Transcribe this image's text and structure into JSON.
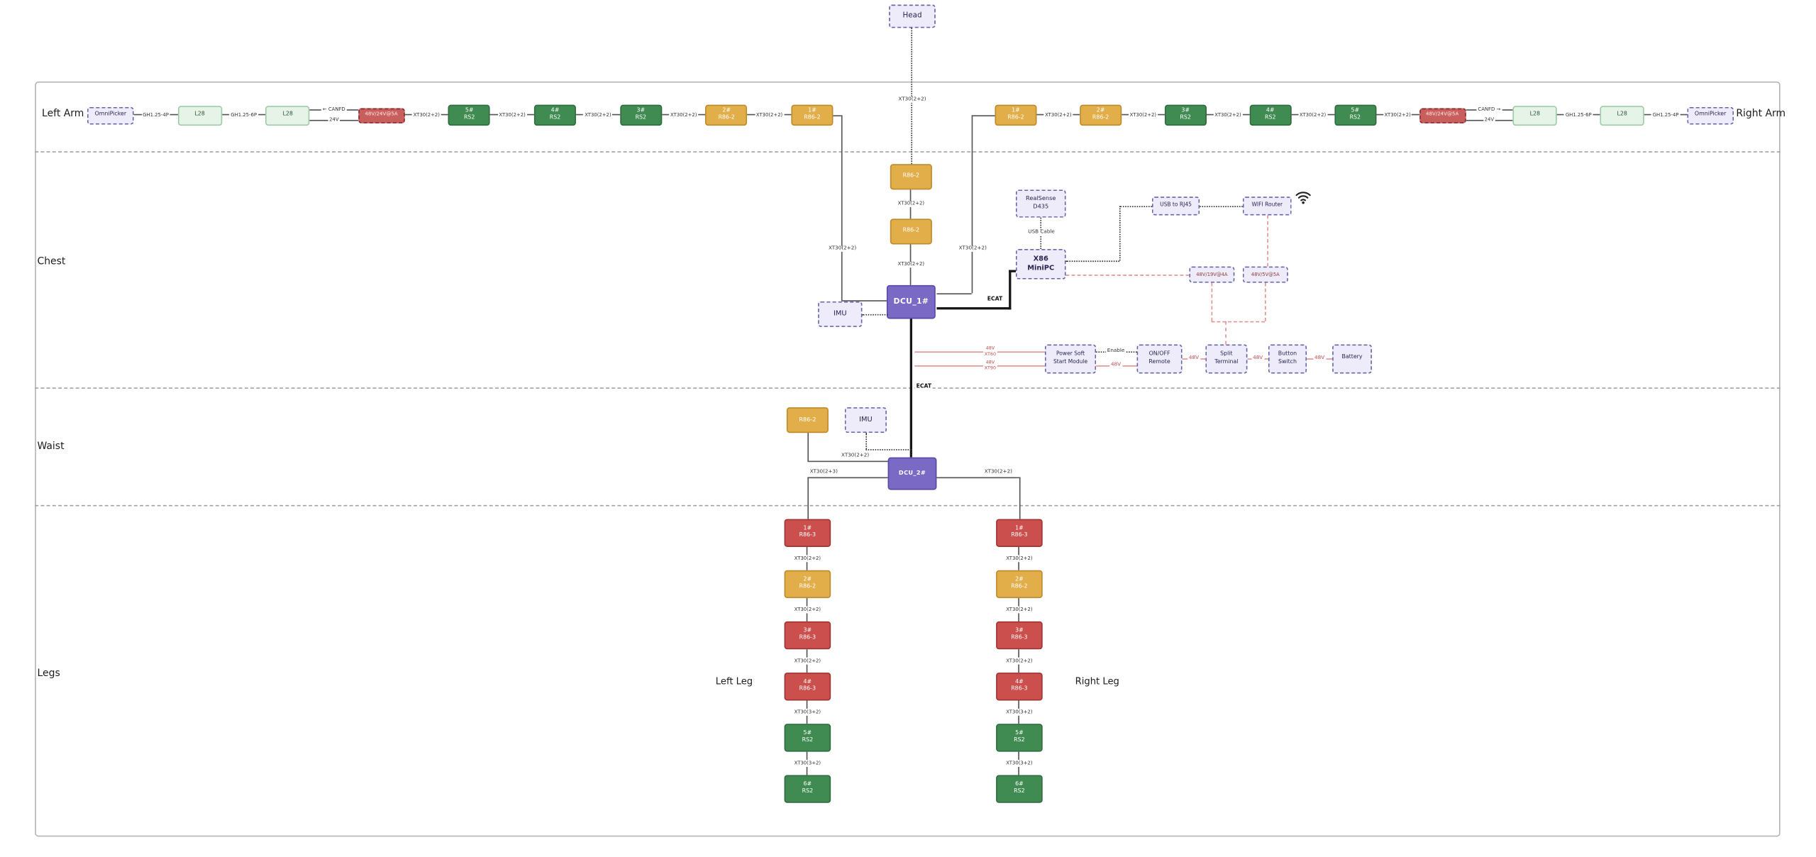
{
  "sections": {
    "left_arm": "Left Arm",
    "right_arm": "Right Arm",
    "chest": "Chest",
    "waist": "Waist",
    "legs": "Legs",
    "left_leg": "Left Leg",
    "right_leg": "Right Leg"
  },
  "head": {
    "label": "Head",
    "drop_connector": "XT30(2+2)"
  },
  "palette": {
    "motor_gold": "#E2AE4A",
    "motor_green": "#3F8B52",
    "motor_red": "#CB4F4D",
    "dcu_purple": "#7A69C5",
    "peripheral_lavender": "#EEEBFA",
    "power_line_salmon": "#E49292",
    "psu_red": "#C95F5D"
  },
  "left_arm": {
    "drop_connector": "XT30(2+2)",
    "chain": [
      {
        "t": "box",
        "s": "lav",
        "w": 40,
        "h": 15,
        "lines": [
          "OmniPicker"
        ]
      },
      {
        "t": "conn",
        "label": "GH1.25-4P"
      },
      {
        "t": "box",
        "s": "mint",
        "w": 38,
        "h": 17,
        "lines": [
          "L28"
        ]
      },
      {
        "t": "conn",
        "label": "GH1.25-6P"
      },
      {
        "t": "box",
        "s": "mint",
        "w": 38,
        "h": 17,
        "lines": [
          "L28"
        ]
      },
      {
        "t": "dual",
        "top": "← CANFD",
        "bottom": "24V"
      },
      {
        "t": "box",
        "s": "reddash",
        "w": 40,
        "h": 13,
        "lines": [
          "48V/24V@5A"
        ]
      },
      {
        "t": "conn",
        "label": "XT30(2+2)"
      },
      {
        "t": "box",
        "s": "green",
        "w": 36,
        "h": 18,
        "lines": [
          "5#",
          "RS2"
        ]
      },
      {
        "t": "conn",
        "label": "XT30(2+2)"
      },
      {
        "t": "box",
        "s": "green",
        "w": 36,
        "h": 18,
        "lines": [
          "4#",
          "RS2"
        ]
      },
      {
        "t": "conn",
        "label": "XT30(2+2)"
      },
      {
        "t": "box",
        "s": "green",
        "w": 36,
        "h": 18,
        "lines": [
          "3#",
          "RS2"
        ]
      },
      {
        "t": "conn",
        "label": "XT30(2+2)"
      },
      {
        "t": "box",
        "s": "gold",
        "w": 36,
        "h": 18,
        "lines": [
          "2#",
          "R86-2"
        ]
      },
      {
        "t": "conn",
        "label": "XT30(2+2)"
      },
      {
        "t": "box",
        "s": "gold",
        "w": 36,
        "h": 18,
        "lines": [
          "1#",
          "R86-2"
        ]
      }
    ]
  },
  "right_arm": {
    "drop_connector": "XT30(2+2)",
    "chain": [
      {
        "t": "box",
        "s": "gold",
        "w": 36,
        "h": 18,
        "lines": [
          "1#",
          "R86-2"
        ]
      },
      {
        "t": "conn",
        "label": "XT30(2+2)"
      },
      {
        "t": "box",
        "s": "gold",
        "w": 36,
        "h": 18,
        "lines": [
          "2#",
          "R86-2"
        ]
      },
      {
        "t": "conn",
        "label": "XT30(2+2)"
      },
      {
        "t": "box",
        "s": "green",
        "w": 36,
        "h": 18,
        "lines": [
          "3#",
          "RS2"
        ]
      },
      {
        "t": "conn",
        "label": "XT30(2+2)"
      },
      {
        "t": "box",
        "s": "green",
        "w": 36,
        "h": 18,
        "lines": [
          "4#",
          "RS2"
        ]
      },
      {
        "t": "conn",
        "label": "XT30(2+2)"
      },
      {
        "t": "box",
        "s": "green",
        "w": 36,
        "h": 18,
        "lines": [
          "5#",
          "RS2"
        ]
      },
      {
        "t": "conn",
        "label": "XT30(2+2)"
      },
      {
        "t": "box",
        "s": "reddash",
        "w": 40,
        "h": 13,
        "lines": [
          "48V/24V@5A"
        ]
      },
      {
        "t": "dual",
        "top": "CANFD →",
        "bottom": "24V"
      },
      {
        "t": "box",
        "s": "mint",
        "w": 38,
        "h": 17,
        "lines": [
          "L28"
        ]
      },
      {
        "t": "conn",
        "label": "GH1.25-6P"
      },
      {
        "t": "box",
        "s": "mint",
        "w": 38,
        "h": 17,
        "lines": [
          "L28"
        ]
      },
      {
        "t": "conn",
        "label": "GH1.25-4P"
      },
      {
        "t": "box",
        "s": "lav",
        "w": 40,
        "h": 15,
        "lines": [
          "OmniPicker"
        ]
      }
    ]
  },
  "chest": {
    "center_chain": [
      {
        "t": "box",
        "s": "gold",
        "w": 36,
        "h": 22,
        "lines": [
          "R86-2"
        ]
      },
      {
        "t": "conn",
        "label": "XT30(2+2)",
        "h": 25
      },
      {
        "t": "box",
        "s": "gold",
        "w": 36,
        "h": 22,
        "lines": [
          "R86-2"
        ]
      },
      {
        "t": "conn",
        "label": "XT30(2+2)",
        "h": 35
      },
      {
        "t": "box",
        "s": "purple",
        "w": 42,
        "h": 29,
        "lines": [
          "DCU_1#"
        ],
        "big": true
      }
    ],
    "imu_label": "IMU",
    "ecat1_label": "ECAT",
    "ecat2_label": "ECAT",
    "realsense_lines": [
      "RealSense",
      "D435"
    ],
    "usb_cable_label": "USB Cable",
    "minipc_lines": [
      "X86",
      "MiniPC"
    ],
    "usb_rj45_label": "USB to RJ45",
    "wifi_router_label": "WIFI Router",
    "conv_19_label": "48V/19V@4A",
    "conv_5_label": "48V/5V@5A",
    "pw_in_top": [
      "48V",
      "XT60"
    ],
    "pw_in_bottom": [
      "48V",
      "XT90"
    ],
    "pssm_lines": [
      "Power Soft",
      "Start Module"
    ],
    "enable_label": "Enable",
    "v48_label": "48V",
    "onoff_lines": [
      "ON/OFF",
      "Remote"
    ],
    "split_lines": [
      "Split",
      "Terminal"
    ],
    "button_lines": [
      "Button",
      "Switch"
    ],
    "battery_label": "Battery"
  },
  "waist": {
    "r86_label": "R86-2",
    "imu_label": "IMU",
    "dcu_label": "DCU_2#",
    "r86_connector": "XT30(2+2)",
    "left_leg_connector": "XT30(2+3)",
    "right_leg_connector": "XT30(2+2)"
  },
  "legs": {
    "left_chain": [
      {
        "t": "box",
        "s": "redbox",
        "lines": [
          "1#",
          "R86-3"
        ]
      },
      {
        "t": "conn",
        "label": "XT30(2+2)"
      },
      {
        "t": "box",
        "s": "gold",
        "lines": [
          "2#",
          "R86-2"
        ]
      },
      {
        "t": "conn",
        "label": "XT30(2+2)"
      },
      {
        "t": "box",
        "s": "redbox",
        "lines": [
          "3#",
          "R86-3"
        ]
      },
      {
        "t": "conn",
        "label": "XT30(2+2)"
      },
      {
        "t": "box",
        "s": "redbox",
        "lines": [
          "4#",
          "R86-3"
        ]
      },
      {
        "t": "conn",
        "label": "XT30(3+2)"
      },
      {
        "t": "box",
        "s": "green",
        "lines": [
          "5#",
          "RS2"
        ]
      },
      {
        "t": "conn",
        "label": "XT30(3+2)"
      },
      {
        "t": "box",
        "s": "green",
        "lines": [
          "6#",
          "RS2"
        ]
      }
    ],
    "right_chain": [
      {
        "t": "box",
        "s": "redbox",
        "lines": [
          "1#",
          "R86-3"
        ]
      },
      {
        "t": "conn",
        "label": "XT30(2+2)"
      },
      {
        "t": "box",
        "s": "gold",
        "lines": [
          "2#",
          "R86-2"
        ]
      },
      {
        "t": "conn",
        "label": "XT30(2+2)"
      },
      {
        "t": "box",
        "s": "redbox",
        "lines": [
          "3#",
          "R86-3"
        ]
      },
      {
        "t": "conn",
        "label": "XT30(2+2)"
      },
      {
        "t": "box",
        "s": "redbox",
        "lines": [
          "4#",
          "R86-3"
        ]
      },
      {
        "t": "conn",
        "label": "XT30(3+2)"
      },
      {
        "t": "box",
        "s": "green",
        "lines": [
          "5#",
          "RS2"
        ]
      },
      {
        "t": "conn",
        "label": "XT30(3+2)"
      },
      {
        "t": "box",
        "s": "green",
        "lines": [
          "6#",
          "RS2"
        ]
      }
    ]
  }
}
